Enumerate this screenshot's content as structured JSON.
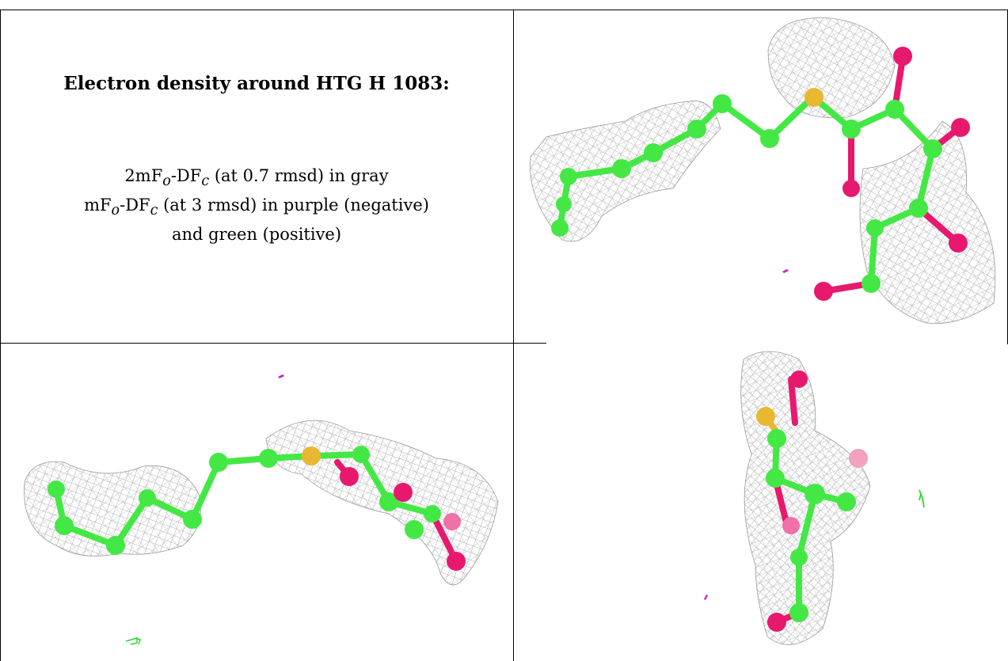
{
  "caption": {
    "title": "Electron density around HTG H 1083:",
    "legend_line1_rest": " (at 0.7 rmsd) in gray",
    "legend_line2_rest": " (at 3 rmsd) in purple (negative)",
    "legend_line3": "and green (positive)",
    "map1": {
      "pre": "2mF",
      "sub1": "o",
      "mid": "-DF",
      "sub2": "c"
    },
    "map2": {
      "pre": "mF",
      "sub1": "o",
      "mid": "-DF",
      "sub2": "c"
    }
  },
  "colors": {
    "carbon": "#44e844",
    "oxygen": "#e8186e",
    "sulfur": "#e8b830",
    "mesh": "#9a9a9a",
    "diff_negative": "#d018c8",
    "diff_positive": "#2cd82c"
  }
}
